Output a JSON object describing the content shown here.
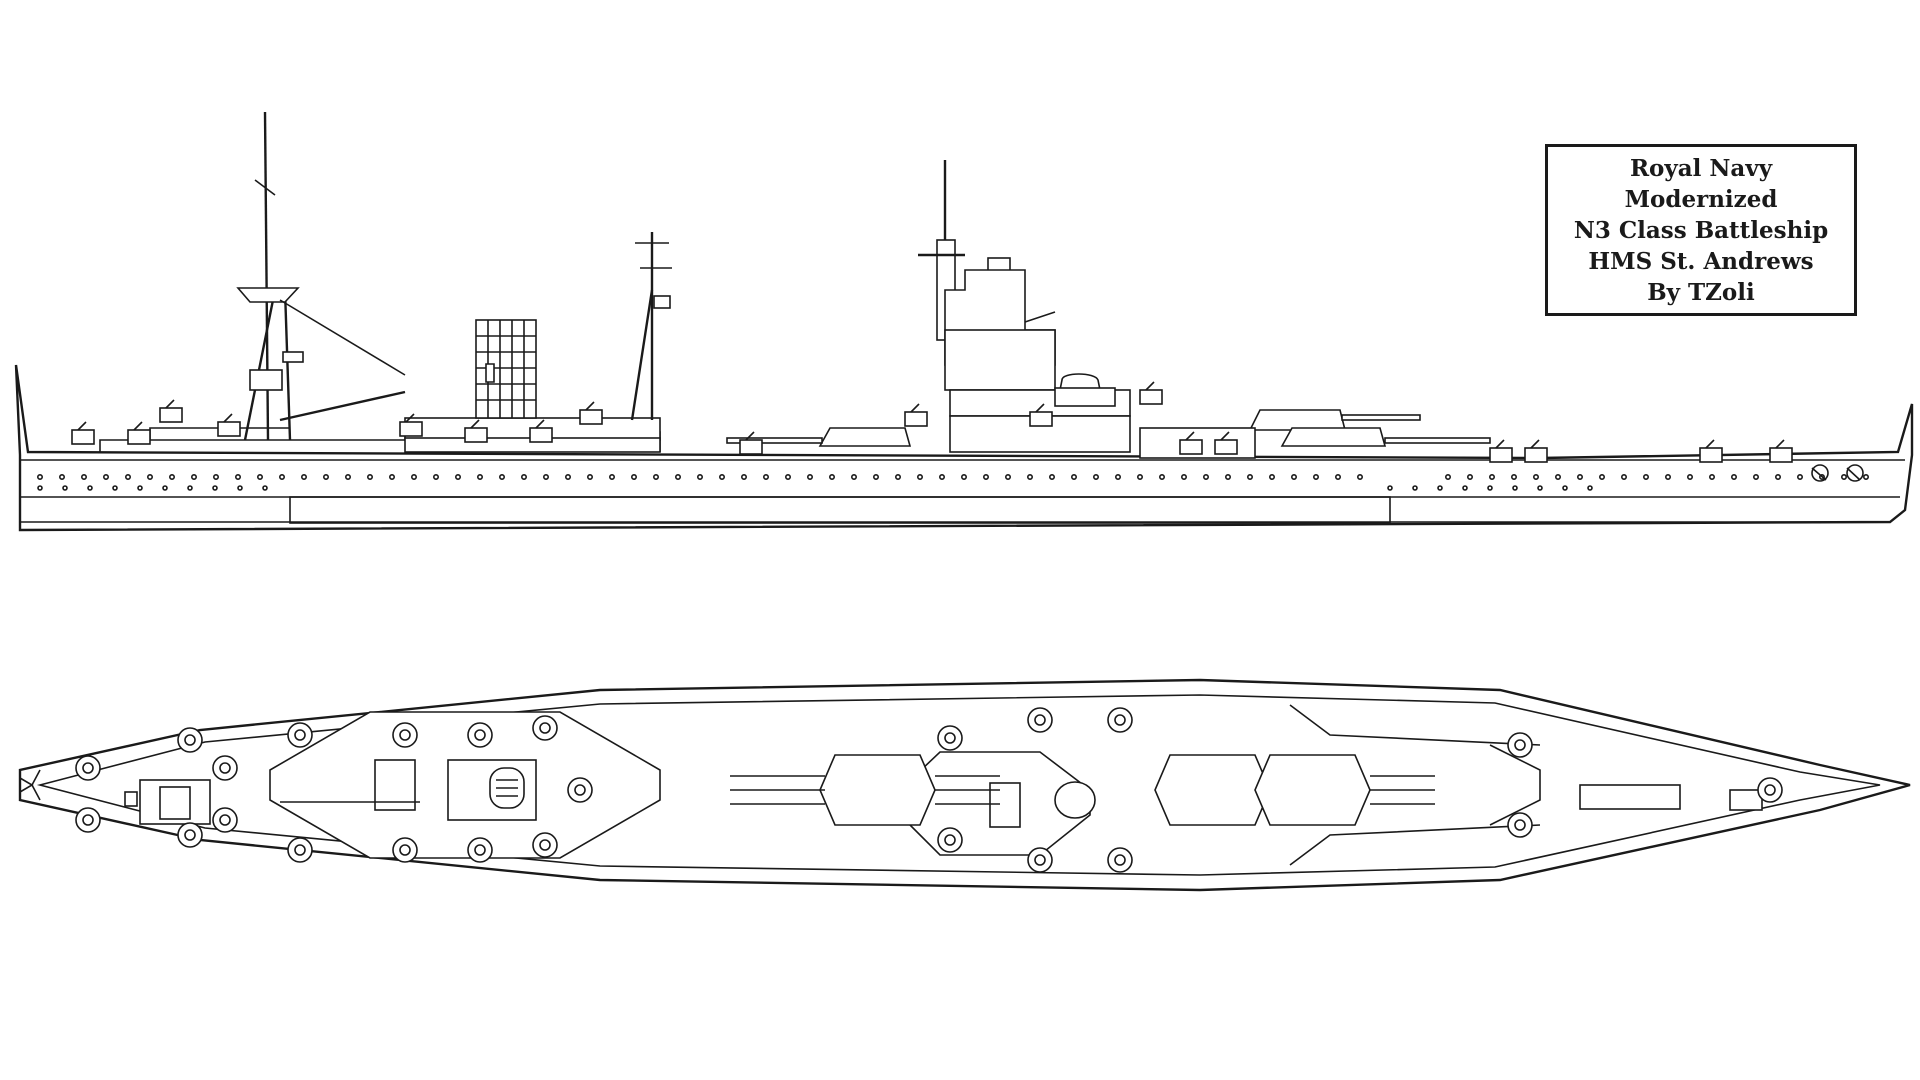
{
  "title_block": {
    "lines": [
      "Royal Navy",
      "Modernized",
      "N3 Class Battleship",
      "HMS St. Andrews",
      "By TZoli"
    ]
  },
  "colors": {
    "line": "#1a1a1a",
    "background": "#ffffff"
  },
  "views": {
    "side_profile": "side-elevation",
    "top_view": "plan-view"
  }
}
